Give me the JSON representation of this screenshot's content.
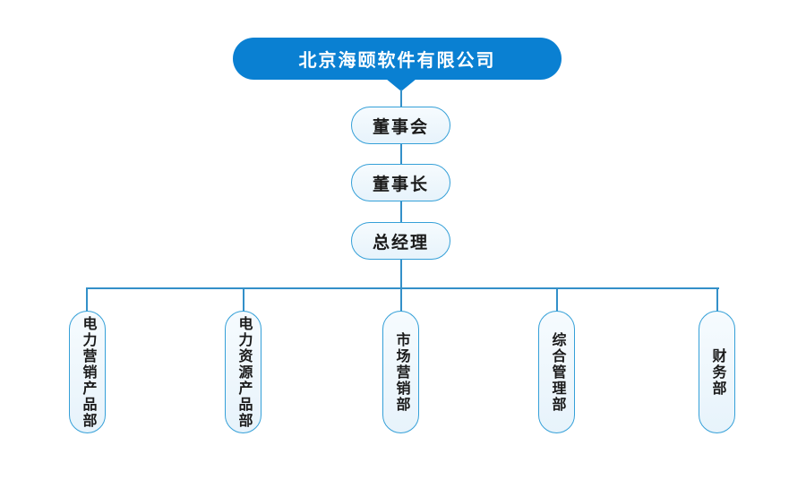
{
  "chart": {
    "type": "org-chart",
    "root_label": "北京海颐软件有限公司",
    "chain": [
      {
        "label": "董事会"
      },
      {
        "label": "董事长"
      },
      {
        "label": "总经理"
      }
    ],
    "departments": [
      {
        "label": "电力营销产品部"
      },
      {
        "label": "电力资源产品部"
      },
      {
        "label": "市场营销部"
      },
      {
        "label": "综合管理部"
      },
      {
        "label": "财务部"
      }
    ]
  },
  "colors": {
    "accent": "#0a80d2",
    "line": "#3390c9",
    "pill-border": "#35a0d8",
    "pill-fill-top": "#f6fbfe",
    "pill-fill-bottom": "#e7f3fb",
    "text-dark": "#1a1a1a",
    "text-light": "#ffffff"
  }
}
